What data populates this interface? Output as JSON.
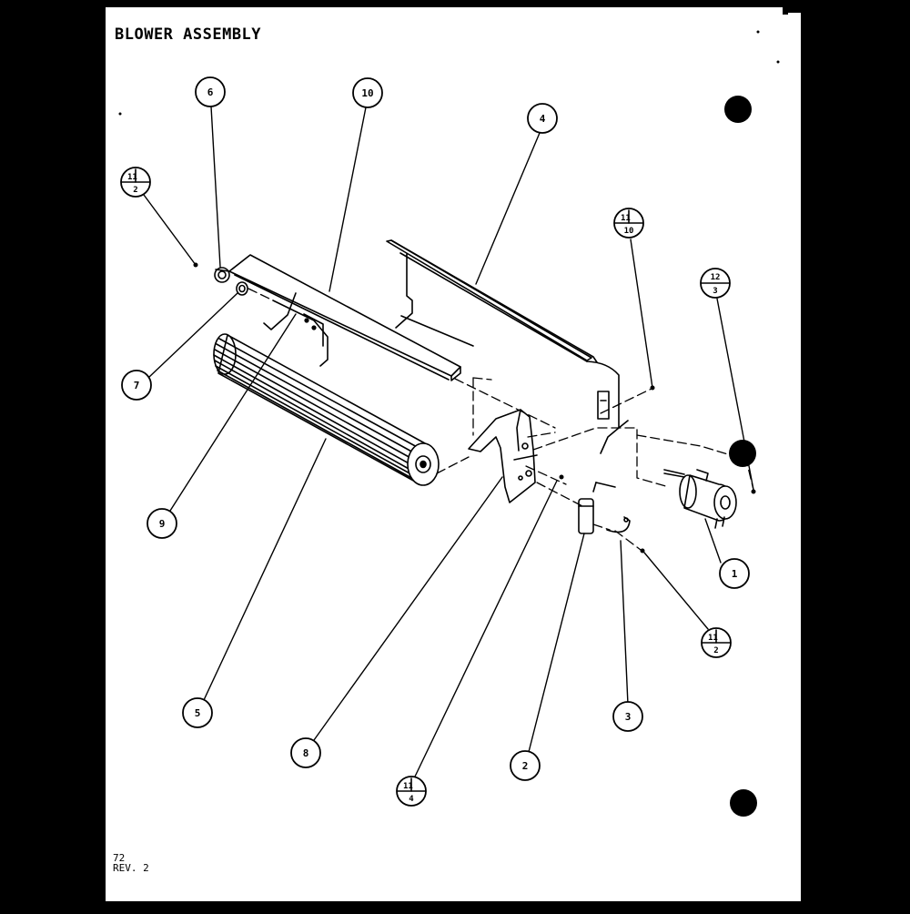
{
  "title": "BLOWER ASSEMBLY",
  "page_number": "72",
  "revision": "REV. 2",
  "callouts": [
    {
      "id": "c6",
      "label": "6"
    },
    {
      "id": "c10",
      "label": "10"
    },
    {
      "id": "c4",
      "label": "4"
    },
    {
      "id": "c11-2",
      "num": "11",
      "den": "2"
    },
    {
      "id": "c11-10",
      "num": "11",
      "den": "10"
    },
    {
      "id": "c12-3",
      "num": "12",
      "den": "3"
    },
    {
      "id": "c7",
      "label": "7"
    },
    {
      "id": "c9",
      "label": "9"
    },
    {
      "id": "c1",
      "label": "1"
    },
    {
      "id": "c11-2b",
      "num": "11",
      "den": "2"
    },
    {
      "id": "c5",
      "label": "5"
    },
    {
      "id": "c3",
      "label": "3"
    },
    {
      "id": "c8",
      "label": "8"
    },
    {
      "id": "c2",
      "label": "2"
    },
    {
      "id": "c11-4",
      "num": "11",
      "den": "4"
    }
  ]
}
